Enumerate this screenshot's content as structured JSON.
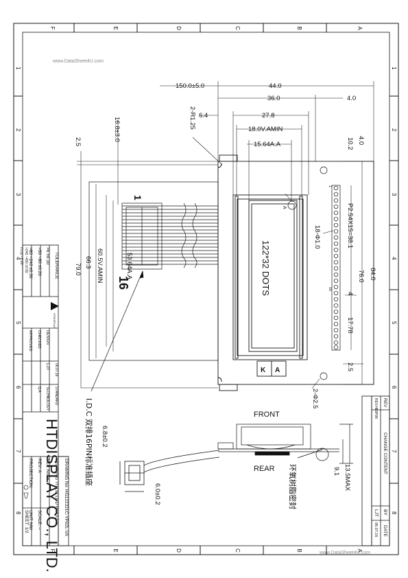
{
  "watermark_top": "www.DataSheet4U.com",
  "watermark_bottom": "www.DataSheet4U.com",
  "zone_letters": [
    "F",
    "E",
    "D",
    "C",
    "B",
    "A"
  ],
  "zone_numbers": [
    "1",
    "2",
    "3",
    "4",
    "5",
    "6",
    "7",
    "8"
  ],
  "dimensions": {
    "cable_length": "150.0±5.0",
    "width_outer": "44.0",
    "width_36": "36.0",
    "right_4": "4.0",
    "d_6_4": "6.4",
    "d_27_8": "27.8",
    "corner_radius": "2-R1.25",
    "view_area_w": "18.0V.AMIN",
    "active_area_w": "15.64A.A",
    "cable_16_8": "16.8±3.0",
    "d_2_5_left": "2.5",
    "d_4_0_top": "4.0",
    "d_10_2": "10.2",
    "pitch": "P2.54X15=38.1",
    "pin_holes": "18-Φ1.0",
    "height_84": "84.0",
    "height_76": "76.0",
    "d_4": "4",
    "d_17_78": "17.78",
    "d_2_5_right": "2.5",
    "mount_holes": "2-Φ2.5",
    "active_area_h": "53.64A.A",
    "view_area_h": "60.5V.AMIN",
    "height_66_3": "66.3",
    "height_79": "79.0",
    "connector_h": "6.8±0.2",
    "connector_w": "6.0±0.2",
    "thickness_max": "13.5MAX",
    "thickness_9_1": "9.1"
  },
  "labels": {
    "pin1": "1",
    "pin16": "16",
    "pin1_small": "1",
    "pin16_small": "16",
    "dots": "122*32 DOTS",
    "k_label": "K",
    "a_label": "A",
    "a_note": "A",
    "front": "FRONT",
    "rear": "REAR",
    "idc_note": "I.D.C 双排16PIN标准插座",
    "epoxy_note": "环氧树脂密封"
  },
  "tolerance": {
    "title": "TOLERANCE",
    "rows": [
      ">6   ±0.10",
      ">30 ~80  ±0.20",
      ">80 ~240 ±0.30",
      ">240 ~400 ±0.50",
      "//⊥◎ =0.10"
    ]
  },
  "signoff": {
    "rows": [
      "DESIGN",
      "CHECKED",
      "APPROVED"
    ],
    "design_name": "LJT",
    "date_header": "06.07.16",
    "standard_label": "STANDARD",
    "technology_label": "TECHNOLOGY",
    "qa_label": "Q.A"
  },
  "company": "HTDISPLAY CO., LTD.",
  "title_block": {
    "drawing_no": "DRAWING No: HG122321C-YP02L-VA",
    "drawing_title": "DRAWING TITLE: LCD MODULE",
    "file_no": "FILE No: 8",
    "rev": "REV: A",
    "scale": "SCALE: --",
    "projection": "PROJECTION:",
    "unit": "UNIT: MM",
    "sheet": "SHEET: 1/2"
  },
  "revision_block": {
    "rev_header": "REV",
    "change_header": "CHANGE CONTENT",
    "by_header": "BY",
    "date_header": "DATE",
    "row_rev": "REV.HB9P98",
    "row_by": "LJT",
    "row_date": "06.07.16"
  }
}
